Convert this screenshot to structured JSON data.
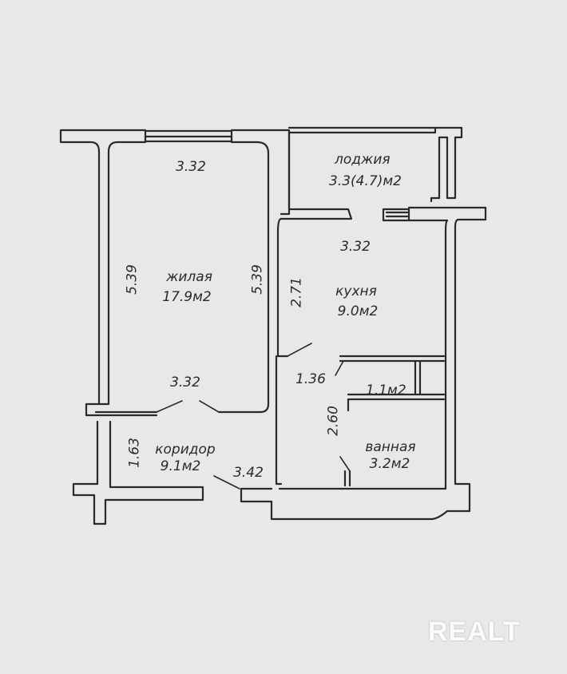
{
  "rooms": {
    "loggia": {
      "name": "лоджия",
      "area": "3.3(4.7)м2"
    },
    "living": {
      "name": "жилая",
      "area": "17.9м2"
    },
    "kitchen": {
      "name": "кухня",
      "area": "9.0м2"
    },
    "wc": {
      "area": "1.1м2"
    },
    "bath": {
      "name": "ванная",
      "area": "3.2м2"
    },
    "corridor": {
      "name": "коридор",
      "area": "9.1м2"
    }
  },
  "dimensions": {
    "living_top": "3.32",
    "living_left": "5.39",
    "living_right": "5.39",
    "living_bottom": "3.32",
    "kitchen_top": "3.32",
    "kitchen_left": "2.71",
    "kitchen_door": "1.36",
    "bath_left": "2.60",
    "corridor_left": "1.63",
    "corridor_bottom": "3.42"
  },
  "watermark": "REALT"
}
